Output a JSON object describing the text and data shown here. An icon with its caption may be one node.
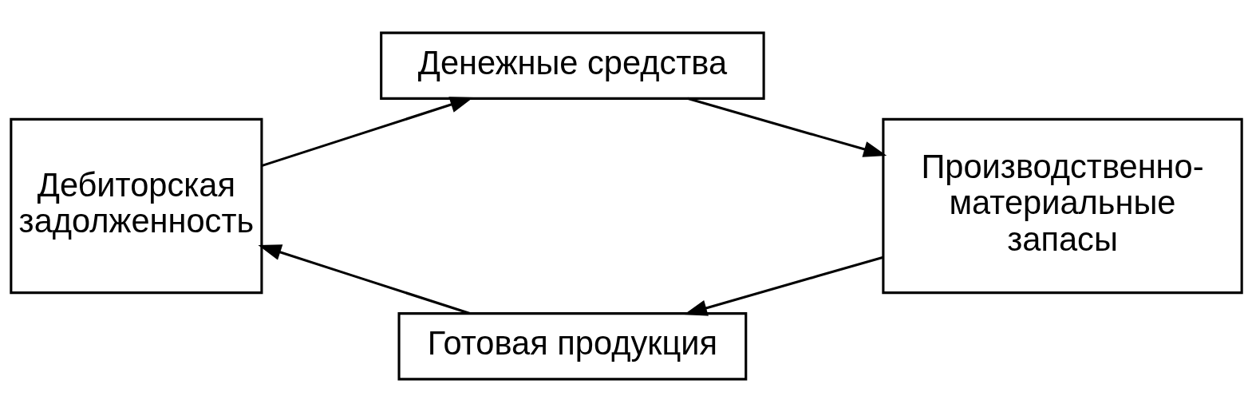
{
  "diagram": {
    "nodes": [
      {
        "text": [
          "Денежные средства"
        ]
      },
      {
        "text": [
          "Дебиторская задолженность"
        ]
      },
      {
        "text": [
          "Производственно-материальные запасы"
        ]
      },
      {
        "text": [
          "Готовая продукция"
        ]
      }
    ],
    "edges": [
      {
        "from": 1,
        "to": 0,
        "arrow": "to"
      },
      {
        "from": 0,
        "to": 2,
        "arrow": "to"
      },
      {
        "from": 2,
        "to": 3,
        "arrow": "to"
      },
      {
        "from": 3,
        "to": 1,
        "arrow": "to"
      }
    ]
  }
}
